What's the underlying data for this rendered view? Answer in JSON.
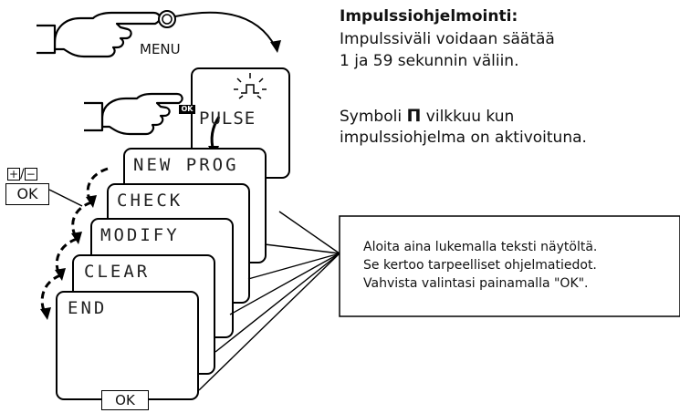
{
  "heading": "Impulssiohjelmointi:",
  "intro": [
    "Impulssiväli voidaan säätää",
    "1 ja 59 sekunnin väliin."
  ],
  "symbol_line": {
    "before": "Symboli",
    "symbol": "Π",
    "after": " vilkkuu kun",
    "line2": "impulssiohjelma on aktivoituna."
  },
  "menu_label": "MENU",
  "ok_key": "OK",
  "pulse_label": "PULSE",
  "plus_minus": "+/−",
  "side_ok": "OK",
  "screens": [
    "NEW PROG",
    "CHECK",
    "MODIFY",
    "CLEAR",
    "END"
  ],
  "bottom_ok": "OK",
  "note": [
    "Aloita aina lukemalla teksti näytöltä.",
    "Se kertoo tarpeelliset ohjelmatiedot.",
    "Vahvista valintasi painamalla \"OK\"."
  ],
  "icons": [
    "hand-pointing-icon",
    "pulse-symbol-icon",
    "plus-icon",
    "minus-icon"
  ]
}
